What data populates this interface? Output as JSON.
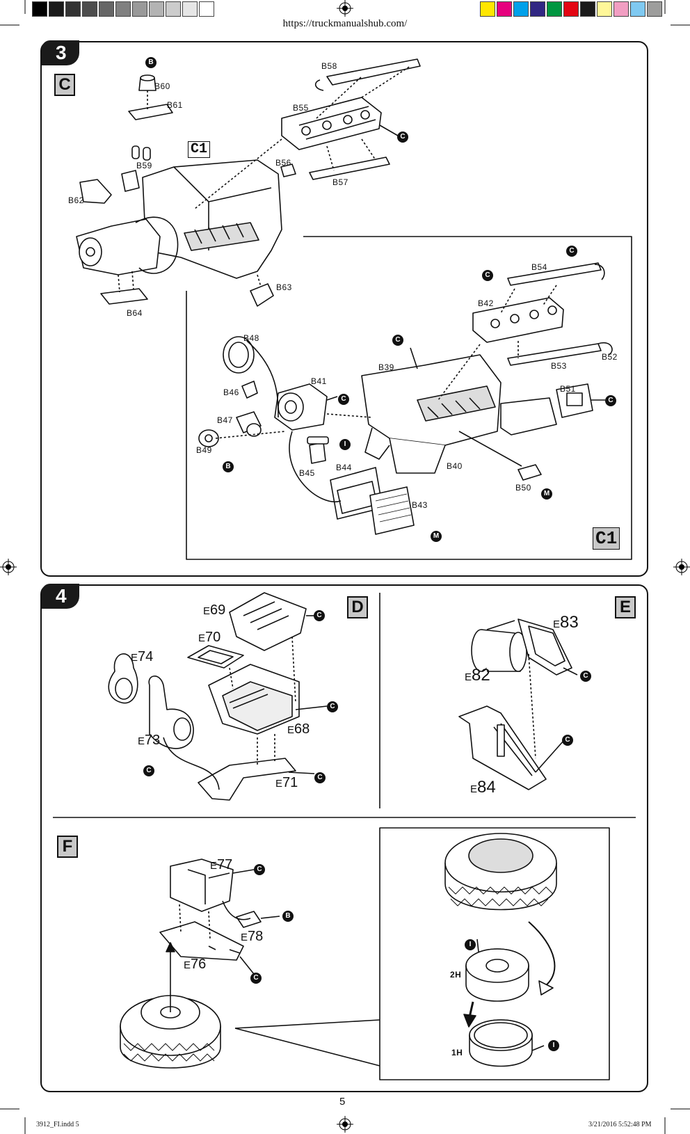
{
  "header": {
    "url": "https://truckmanualshub.com/",
    "grey_swatches": [
      "#000000",
      "#1a1a1a",
      "#333333",
      "#4d4d4d",
      "#666666",
      "#808080",
      "#999999",
      "#b3b3b3",
      "#cccccc",
      "#e6e6e6",
      "#ffffff"
    ],
    "color_swatches": [
      "#ffe600",
      "#e6007e",
      "#00a0e9",
      "#312783",
      "#009640",
      "#e30613",
      "#1a1a1a",
      "#fff799",
      "#f19ec2",
      "#7fc9f1",
      "#9d9d9c"
    ]
  },
  "step3": {
    "number": "3",
    "section": "C",
    "subassembly_tag": "C1",
    "parts": [
      "B60",
      "B61",
      "B59",
      "B62",
      "B64",
      "B63",
      "B58",
      "B55",
      "B56",
      "B57"
    ],
    "sub_parts": [
      "B54",
      "B42",
      "B52",
      "B53",
      "B48",
      "B39",
      "B41",
      "B51",
      "B46",
      "B47",
      "B49",
      "B45",
      "B44",
      "B40",
      "B43",
      "B50"
    ],
    "sub_tag": "C1"
  },
  "step4": {
    "number": "4",
    "section_d": "D",
    "section_e": "E",
    "section_f": "F",
    "parts_d": {
      "e69": "69",
      "e70": "70",
      "e74": "74",
      "e73": "73",
      "e68": "68",
      "e71": "71"
    },
    "parts_e": {
      "e83": "83",
      "e82": "82",
      "e84": "84"
    },
    "parts_f": {
      "e77": "77",
      "e78": "78",
      "e76": "76"
    },
    "part_prefix": "E",
    "wheel_labels": {
      "rim": "2H",
      "ring": "1H"
    }
  },
  "markers": {
    "c": "C",
    "b": "B",
    "i": "I",
    "m": "M"
  },
  "page_number": "5",
  "footer": {
    "file": "3912_FI.indd   5",
    "timestamp": "3/21/2016   5:52:48 PM"
  }
}
